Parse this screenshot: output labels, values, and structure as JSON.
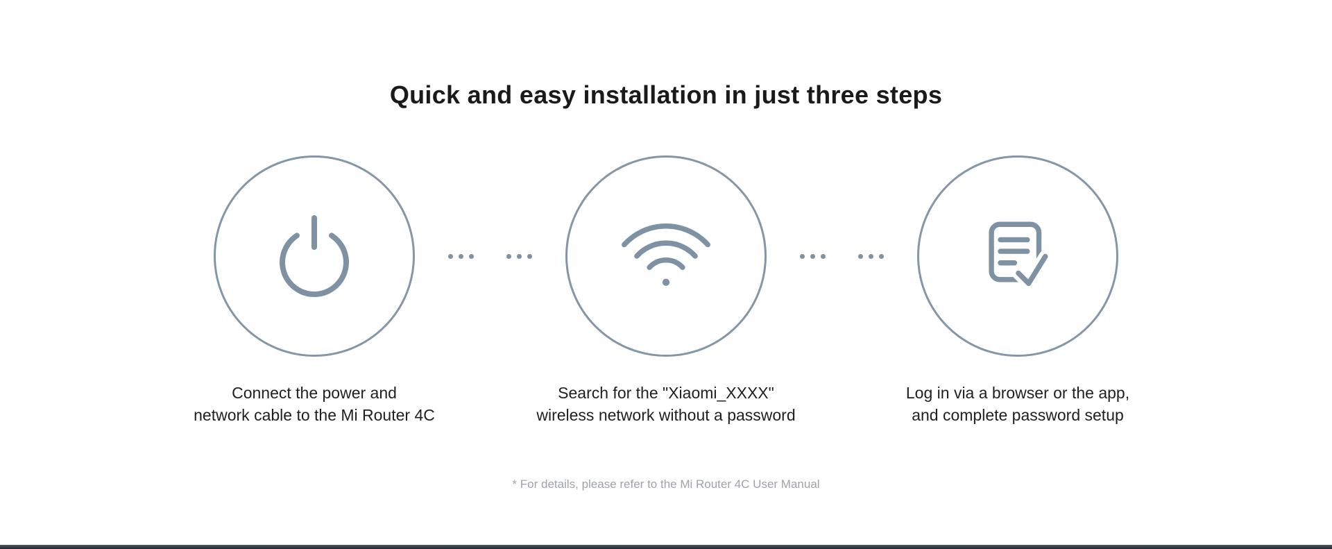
{
  "page": {
    "title": "Quick and easy installation in just three steps",
    "footnote": "* For details, please refer to the Mi Router 4C User Manual"
  },
  "steps": [
    {
      "icon": "power-icon",
      "caption_line1": "Connect the power and",
      "caption_line2": "network cable to the Mi Router 4C"
    },
    {
      "icon": "wifi-icon",
      "caption_line1": "Search for the \"Xiaomi_XXXX\"",
      "caption_line2": "wireless network without a password"
    },
    {
      "icon": "document-check-icon",
      "caption_line1": "Log in via a browser or the app,",
      "caption_line2": "and complete password setup"
    }
  ],
  "colors": {
    "accent_stroke": "#7f92a4",
    "circle_outline": "#8496a7",
    "title_text": "#1a1a1a",
    "caption_text": "#1f1f1f",
    "footnote_text": "#9fa3a8",
    "bottom_bar_dark": "#23292e"
  }
}
